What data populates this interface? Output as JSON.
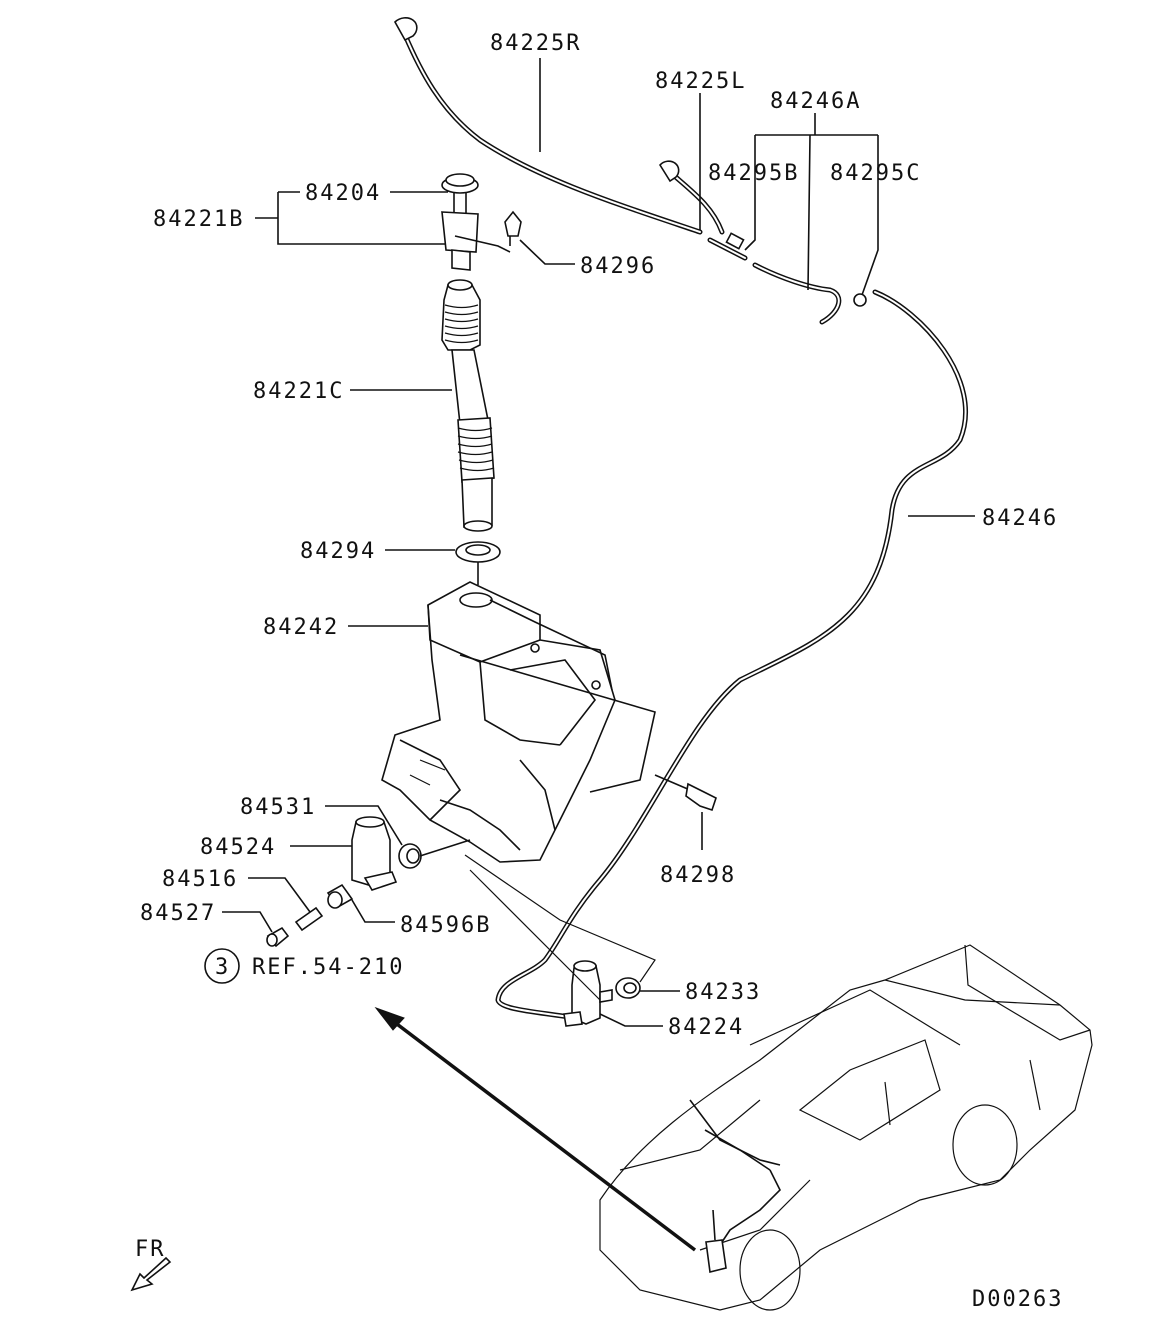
{
  "labels": {
    "p84225R": "84225R",
    "p84225L": "84225L",
    "p84246A": "84246A",
    "p84204": "84204",
    "p84221B": "84221B",
    "p84295B": "84295B",
    "p84295C": "84295C",
    "p84296": "84296",
    "p84221C": "84221C",
    "p84246": "84246",
    "p84294": "84294",
    "p84242": "84242",
    "p84531": "84531",
    "p84298": "84298",
    "p84524": "84524",
    "p84516": "84516",
    "p84596B": "84596B",
    "p84527": "84527",
    "p84233": "84233",
    "p84224": "84224"
  },
  "reference": {
    "circle_text": "3",
    "text": "REF.54-210"
  },
  "orientation": {
    "text": "FR"
  },
  "diagram_code": "D00263"
}
